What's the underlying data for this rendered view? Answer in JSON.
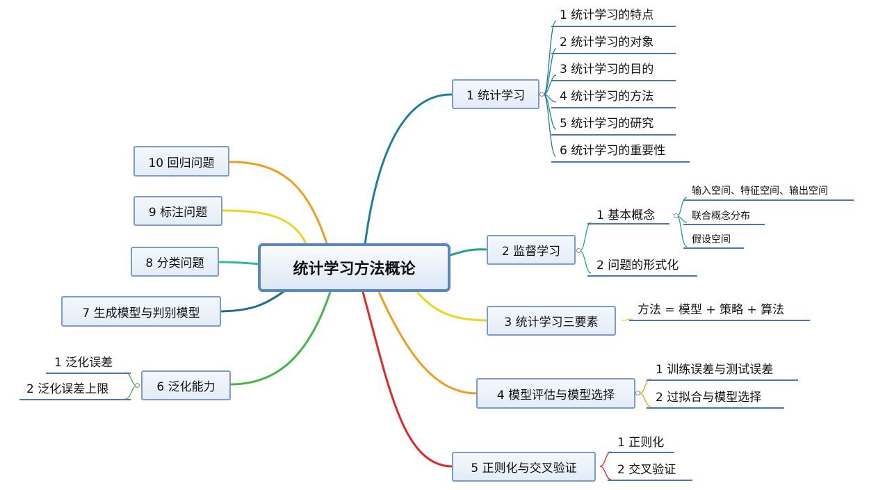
{
  "central_topic": "统计学习方法概论",
  "right_branches": [
    {
      "label": "1 统计学习",
      "children": [
        "1 统计学习的特点",
        "2 统计学习的对象",
        "3 统计学习的目的",
        "4 统计学习的方法",
        "5 统计学习的研究",
        "6 统计学习的重要性"
      ]
    },
    {
      "label": "2 监督学习",
      "children": [
        {
          "label": "1 基本概念",
          "children": [
            "输入空间、特征空间、输出空间",
            "联合概念分布",
            "假设空间"
          ]
        },
        {
          "label": "2 问题的形式化"
        }
      ]
    },
    {
      "label": "3 统计学习三要素",
      "children": [
        "方法 = 模型 + 策略 + 算法"
      ]
    },
    {
      "label": "4 模型评估与模型选择",
      "children": [
        "1 训练误差与测试误差",
        "2 过拟合与模型选择"
      ]
    },
    {
      "label": "5 正则化与交叉验证",
      "children": [
        "1 正则化",
        "2 交叉验证"
      ]
    }
  ],
  "left_branches": [
    {
      "label": "10 回归问题"
    },
    {
      "label": "9 标注问题"
    },
    {
      "label": "8 分类问题"
    },
    {
      "label": "7 生成模型与判别模型"
    },
    {
      "label": "6 泛化能力",
      "children": [
        "1 泛化误差",
        "2 泛化误差上限"
      ]
    }
  ],
  "branch_colors": {
    "b1": "#1a7f9a",
    "b2": "#1ea58a",
    "b3": "#f2d21a",
    "b4": "#f59b1c",
    "b5": "#e8251e",
    "b6": "#45b649",
    "b7": "#1b6f8a",
    "b8": "#2fb7a8",
    "b9": "#f2d21a",
    "b10": "#f59b1c",
    "underline": "#4a76b8"
  }
}
